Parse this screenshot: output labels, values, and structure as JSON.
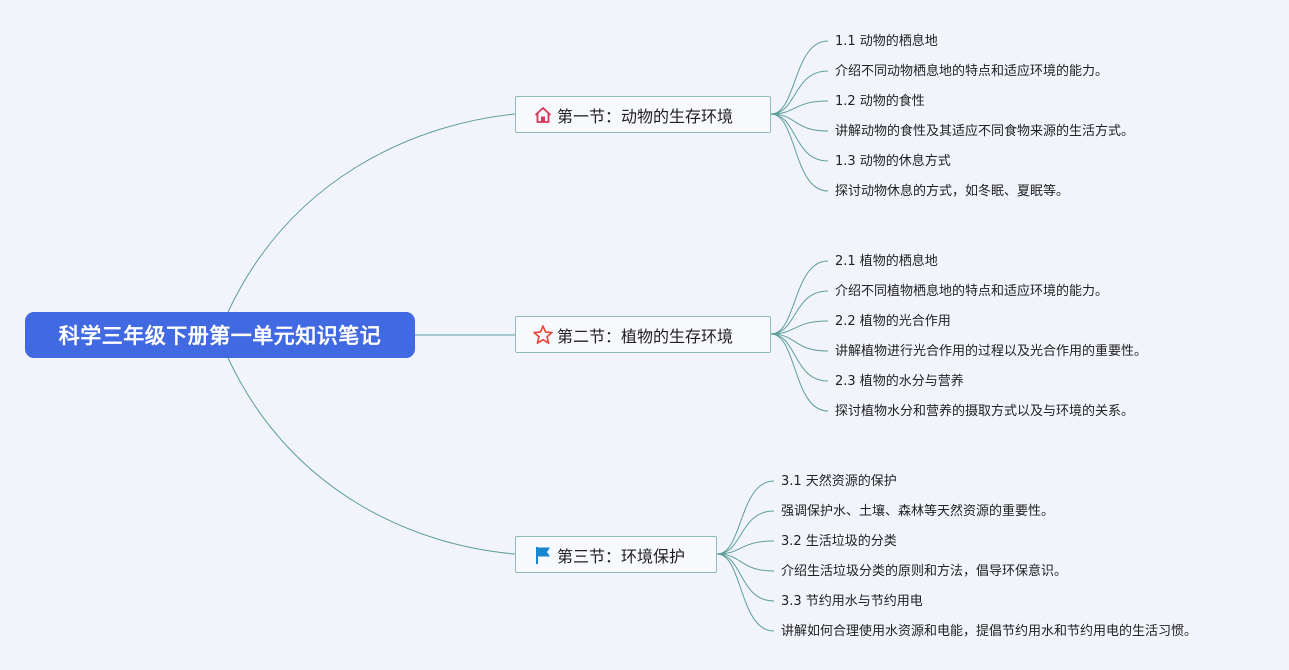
{
  "mindmap": {
    "root": {
      "label": "科学三年级下册第一单元知识笔记"
    },
    "sections": [
      {
        "label": "第一节：动物的生存环境",
        "icon": "house-icon",
        "icon_color": "#d9365a",
        "items": [
          "1.1 动物的栖息地",
          "介绍不同动物栖息地的特点和适应环境的能力。",
          "1.2 动物的食性",
          "讲解动物的食性及其适应不同食物来源的生活方式。",
          "1.3 动物的休息方式",
          "探讨动物休息的方式，如冬眠、夏眠等。"
        ]
      },
      {
        "label": "第二节：植物的生存环境",
        "icon": "star-icon",
        "icon_color": "#e8473c",
        "items": [
          "2.1 植物的栖息地",
          "介绍不同植物栖息地的特点和适应环境的能力。",
          "2.2 植物的光合作用",
          "讲解植物进行光合作用的过程以及光合作用的重要性。",
          "2.3 植物的水分与营养",
          "探讨植物水分和营养的摄取方式以及与环境的关系。"
        ]
      },
      {
        "label": "第三节：环境保护",
        "icon": "flag-icon",
        "icon_color": "#1a86d0",
        "items": [
          "3.1 天然资源的保护",
          "强调保护水、土壤、森林等天然资源的重要性。",
          "3.2 生活垃圾的分类",
          "介绍生活垃圾分类的原则和方法，倡导环保意识。",
          "3.3 节约用水与节约用电",
          "讲解如何合理使用水资源和电能，提倡节约用水和节约用电的生活习惯。"
        ]
      }
    ]
  },
  "colors": {
    "background": "#f2f4fc",
    "root_fill": "#4169e1",
    "connector": "#5e9e9a",
    "section_border": "#8fbcbb"
  }
}
